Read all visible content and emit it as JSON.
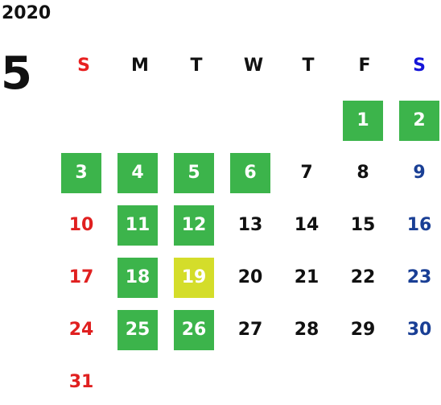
{
  "calendar": {
    "year": "2020",
    "month": "5",
    "weekdays": [
      "S",
      "M",
      "T",
      "W",
      "T",
      "F",
      "S"
    ],
    "weeks": [
      [
        null,
        null,
        null,
        null,
        null,
        {
          "day": "1",
          "highlight": true
        },
        {
          "day": "2",
          "highlight": true
        }
      ],
      [
        {
          "day": "3",
          "highlight": true
        },
        {
          "day": "4",
          "highlight": true
        },
        {
          "day": "5",
          "highlight": true
        },
        {
          "day": "6",
          "highlight": true
        },
        {
          "day": "7"
        },
        {
          "day": "8"
        },
        {
          "day": "9"
        }
      ],
      [
        {
          "day": "10"
        },
        {
          "day": "11",
          "highlight": true
        },
        {
          "day": "12",
          "highlight": true
        },
        {
          "day": "13"
        },
        {
          "day": "14"
        },
        {
          "day": "15"
        },
        {
          "day": "16"
        }
      ],
      [
        {
          "day": "17"
        },
        {
          "day": "18",
          "highlight": true
        },
        {
          "day": "19",
          "today": true
        },
        {
          "day": "20"
        },
        {
          "day": "21"
        },
        {
          "day": "22"
        },
        {
          "day": "23"
        }
      ],
      [
        {
          "day": "24"
        },
        {
          "day": "25",
          "highlight": true
        },
        {
          "day": "26",
          "highlight": true
        },
        {
          "day": "27"
        },
        {
          "day": "28"
        },
        {
          "day": "29"
        },
        {
          "day": "30"
        }
      ],
      [
        {
          "day": "31"
        },
        null,
        null,
        null,
        null,
        null,
        null
      ]
    ]
  },
  "colors": {
    "highlight": "#3cb44b",
    "today": "#d4dd2a",
    "sunday": "#e02020",
    "saturday": "#1a3f95",
    "text": "#111111"
  }
}
